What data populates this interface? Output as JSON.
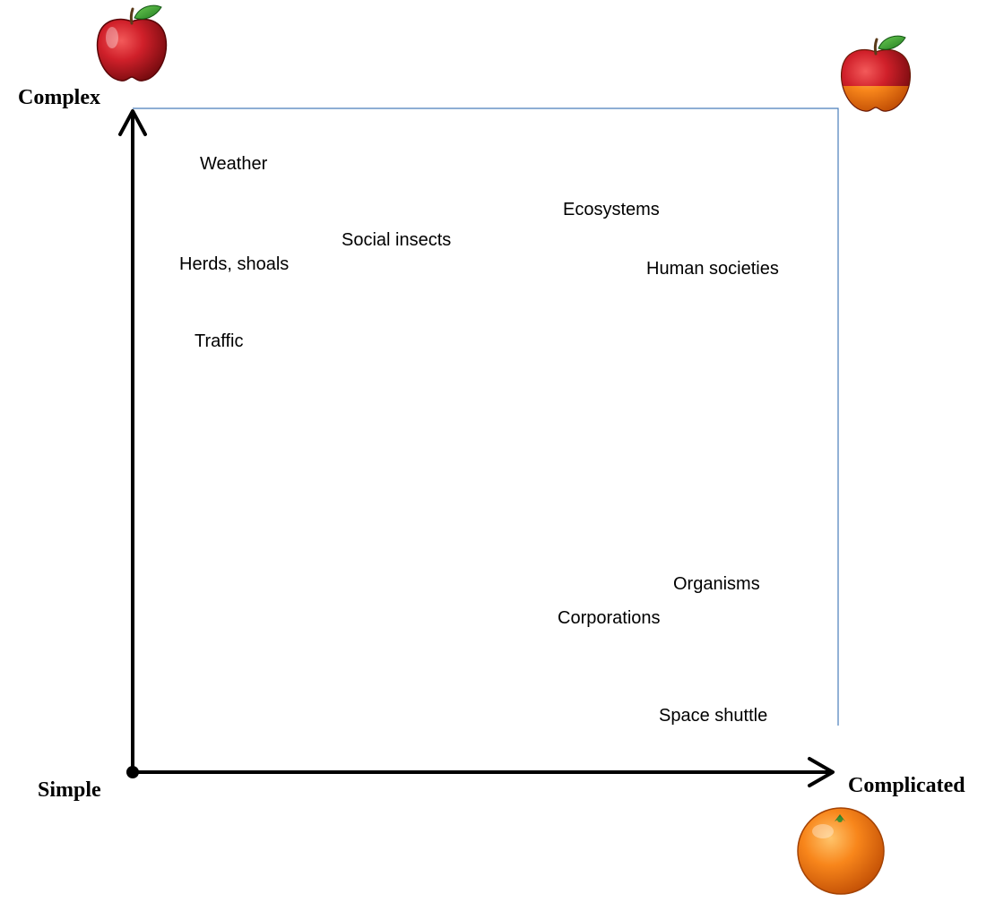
{
  "axes": {
    "y_top_label": "Complex",
    "origin_label": "Simple",
    "x_right_label": "Complicated"
  },
  "items": [
    {
      "label": "Weather"
    },
    {
      "label": "Ecosystems"
    },
    {
      "label": "Social insects"
    },
    {
      "label": "Herds, shoals"
    },
    {
      "label": "Human societies"
    },
    {
      "label": "Traffic"
    },
    {
      "label": "Organisms"
    },
    {
      "label": "Corporations"
    },
    {
      "label": "Space shuttle"
    }
  ],
  "icons": {
    "complex_corner": "apple-icon",
    "complex_complicated_corner": "apple-orange-hybrid-icon",
    "complicated_corner": "orange-icon"
  },
  "colors": {
    "axis": "#000000",
    "frame": "#4a7ebb",
    "apple_red": "#c0171d",
    "orange": "#f37a10",
    "leaf_green": "#2e8b2e"
  }
}
